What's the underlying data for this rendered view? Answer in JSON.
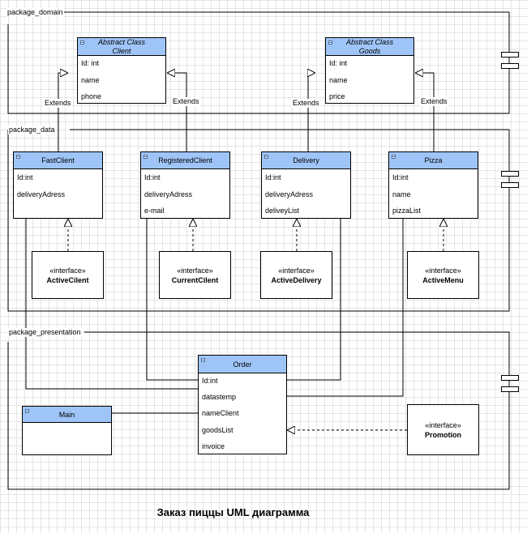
{
  "packages": {
    "domain": "package_domain",
    "data": "package_data",
    "presentation": "package_presentation"
  },
  "edge_labels": {
    "extends": "Extends"
  },
  "classes": {
    "client": {
      "stereotype": "Abstract Class",
      "name": "Client",
      "attrs": [
        "Id: int",
        "name",
        "phone"
      ]
    },
    "goods": {
      "stereotype": "Abstract Class",
      "name": "Goods",
      "attrs": [
        "Id: int",
        "name",
        "price"
      ]
    },
    "fast_client": {
      "name": "FastClient",
      "attrs": [
        "Id:int",
        "deliveryAdress"
      ]
    },
    "registered_client": {
      "name": "RegisteredClient",
      "attrs": [
        "Id:int",
        "deliveryAdress",
        "e-mail"
      ]
    },
    "delivery": {
      "name": "Delivery",
      "attrs": [
        "Id:int",
        "deliveryAdress",
        "deliveyList"
      ]
    },
    "pizza": {
      "name": "Pizza",
      "attrs": [
        "Id:int",
        "name",
        "pizzaList"
      ]
    },
    "order": {
      "name": "Order",
      "attrs": [
        "Id:int",
        "datastemp",
        "nameClient",
        "goodsList",
        "invoice"
      ]
    },
    "main": {
      "name": "Main"
    }
  },
  "interfaces": {
    "stereotype": "«interface»",
    "active_client": "ActiveCilent",
    "current_client": "CurrentCilent",
    "active_delivery": "ActiveDelivery",
    "active_menu": "ActiveMenu",
    "promotion": "Promotion"
  },
  "caption": "Заказ пиццы UML диаграмма",
  "colors": {
    "class_header": "#9fc5f8",
    "grid": "#e4e4e4",
    "line": "#000000"
  }
}
